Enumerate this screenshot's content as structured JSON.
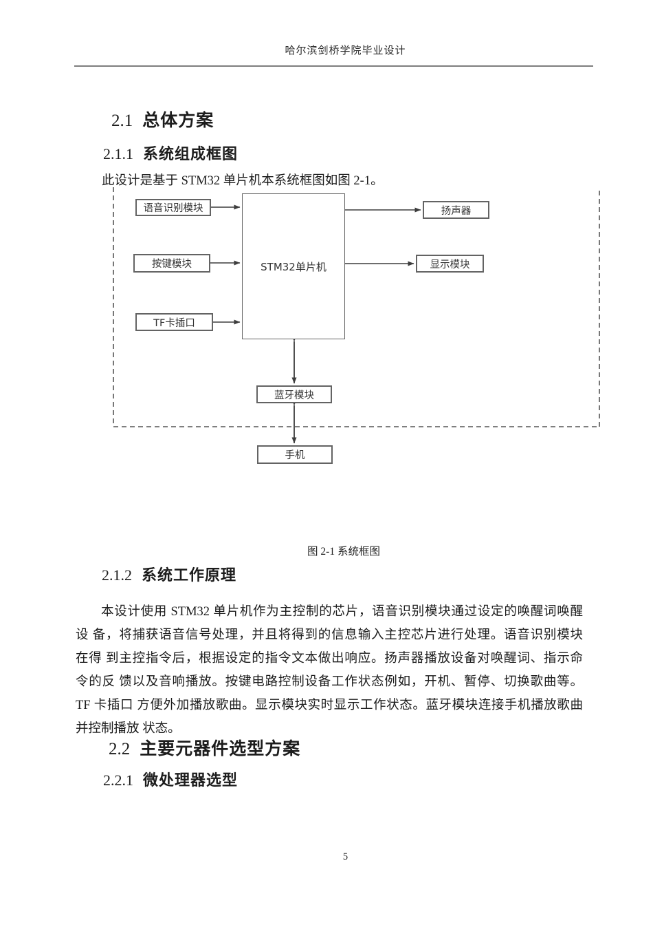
{
  "page": {
    "header": "哈尔滨剑桥学院毕业设计",
    "page_number": "5"
  },
  "sections": {
    "s21": {
      "num": "2.1",
      "title": "总体方案"
    },
    "s211": {
      "num": "2.1.1",
      "title": "系统组成框图"
    },
    "s212": {
      "num": "2.1.2",
      "title": "系统工作原理"
    },
    "s22": {
      "num": "2.2",
      "title": "主要元器件选型方案"
    },
    "s221": {
      "num": "2.2.1",
      "title": "微处理器选型"
    }
  },
  "intro": "此设计是基于  STM32 单片机本系统框图如图 2-1。",
  "figure": {
    "caption": "图  2-1 系统框图",
    "blocks": {
      "voice": "语音识别模块",
      "keys": "按键模块",
      "tf": "TF卡插口",
      "mcu": "STM32单片机",
      "speaker": "扬声器",
      "display": "显示模块",
      "bluetooth": "蓝牙模块",
      "phone": "手机"
    }
  },
  "paragraph": {
    "lines": [
      "本设计使用 STM32 单片机作为主控制的芯片，语音识别模块通过设定的唤醒词唤醒",
      "设 备，将捕获语音信号处理，并且将得到的信息输入主控芯片进行处理。语音识别模块",
      "在得 到主控指令后，根据设定的指令文本做出响应。扬声器播放设备对唤醒词、指示命",
      "令的反 馈以及音响播放。按键电路控制设备工作状态例如，开机、暂停、切换歌曲等。",
      "TF 卡插口 方便外加播放歌曲。显示模块实时显示工作状态。蓝牙模块连接手机播放歌曲",
      "并控制播放 状态。"
    ]
  },
  "colors": {
    "text": "#1c1c1c",
    "diagram_line": "#4f4f4f",
    "border": "#636363"
  }
}
